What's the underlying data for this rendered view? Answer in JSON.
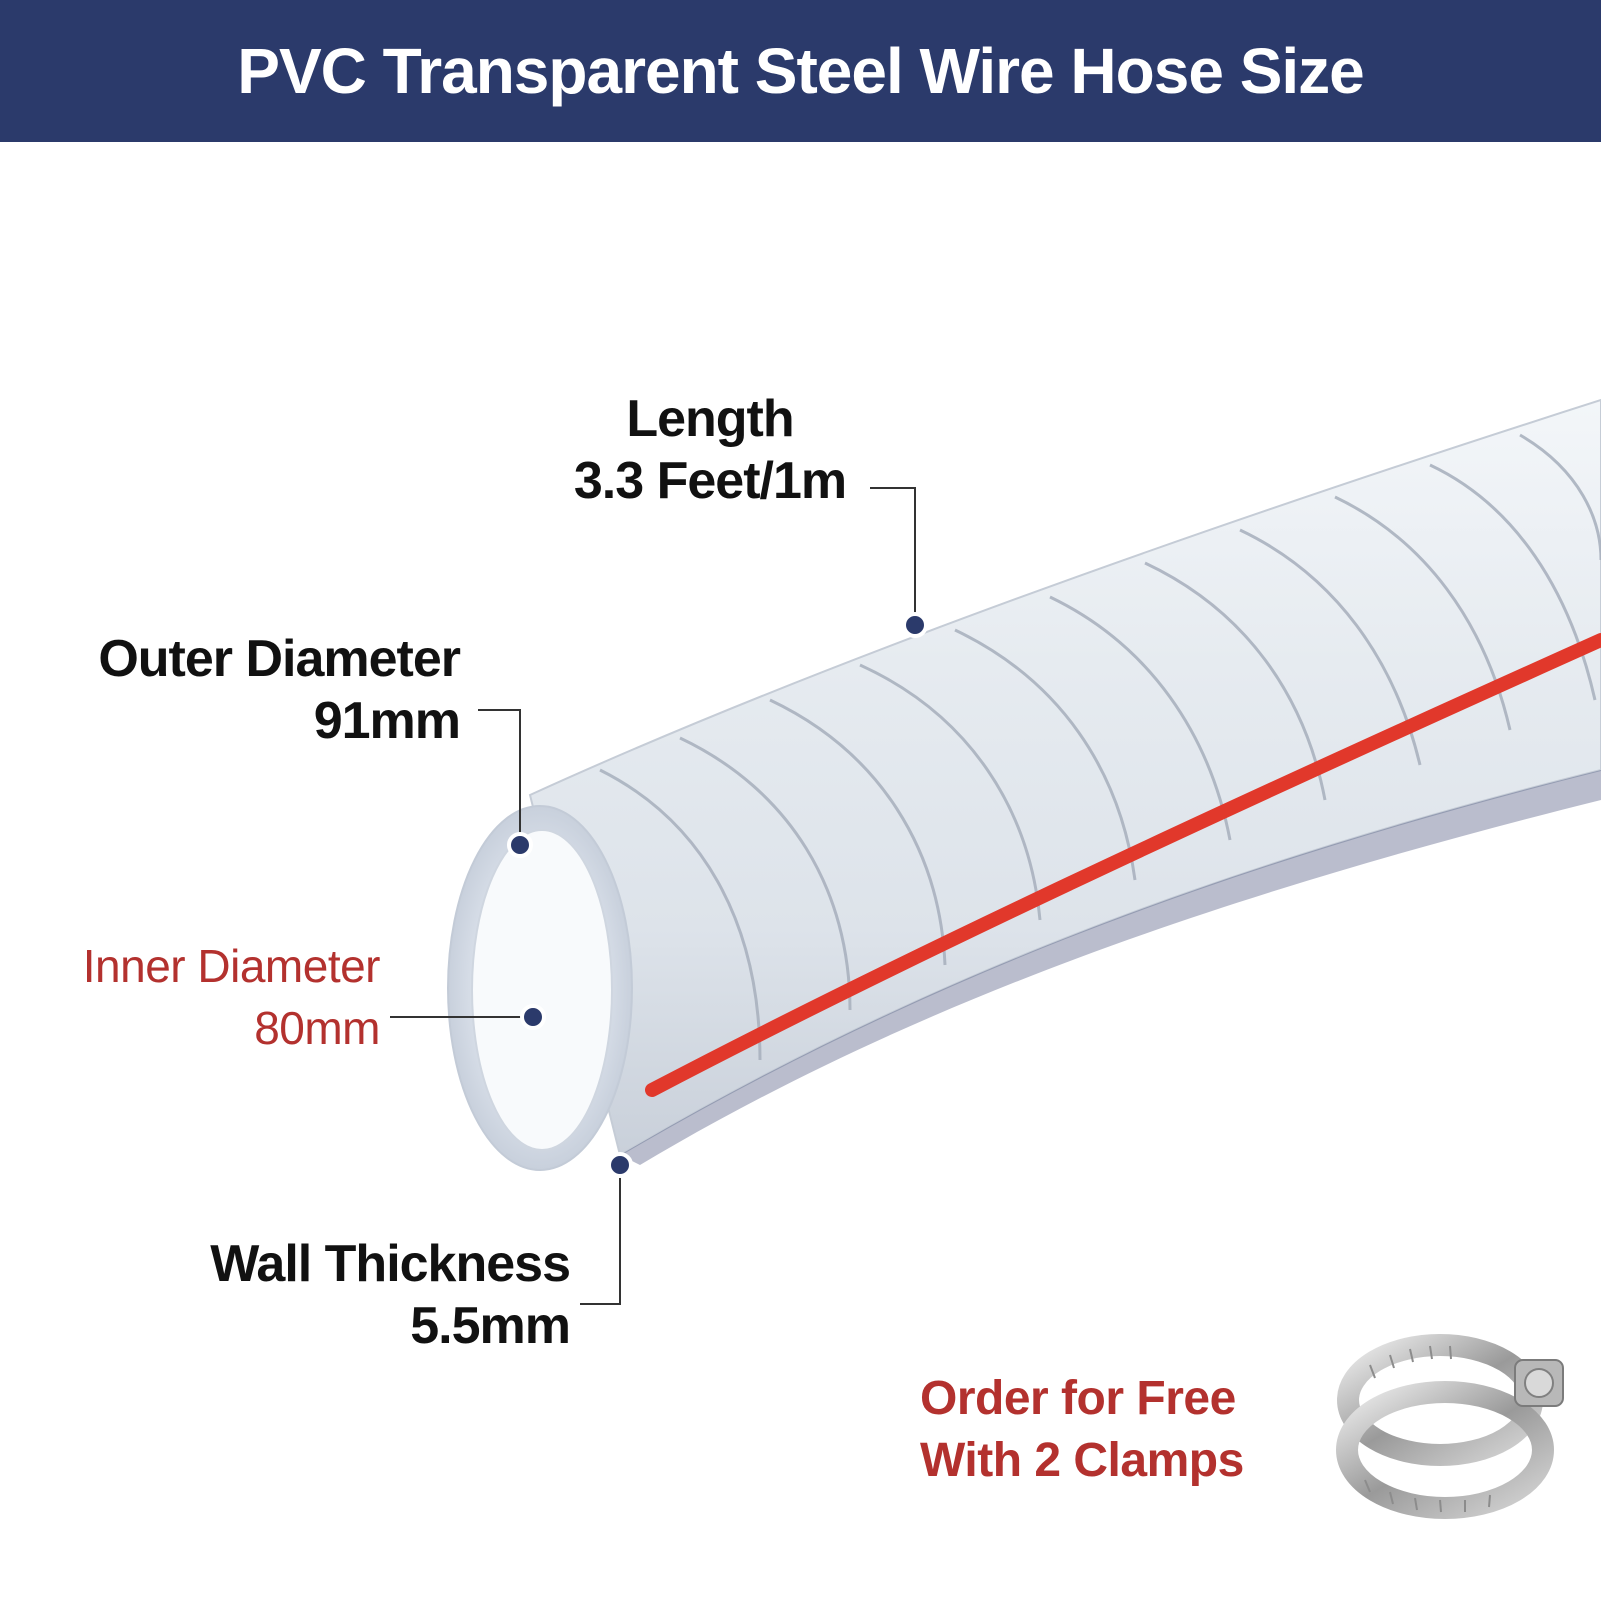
{
  "header": {
    "title": "PVC Transparent Steel Wire Hose Size"
  },
  "labels": {
    "length": {
      "title": "Length",
      "value": "3.3 Feet/1m"
    },
    "outer_diameter": {
      "title": "Outer Diameter",
      "value": "91mm"
    },
    "inner_diameter": {
      "title": "Inner Diameter",
      "value": "80mm"
    },
    "wall_thickness": {
      "title": "Wall Thickness",
      "value": "5.5mm"
    }
  },
  "promo": {
    "line1": "Order for Free",
    "line2": "With 2 Clamps"
  },
  "colors": {
    "header_bg": "#2b3a6b",
    "accent_red": "#b3312e",
    "marker": "#2b3a6b"
  },
  "icons": {
    "product": "hose-illustration",
    "clamp": "hose-clamp-icon"
  }
}
